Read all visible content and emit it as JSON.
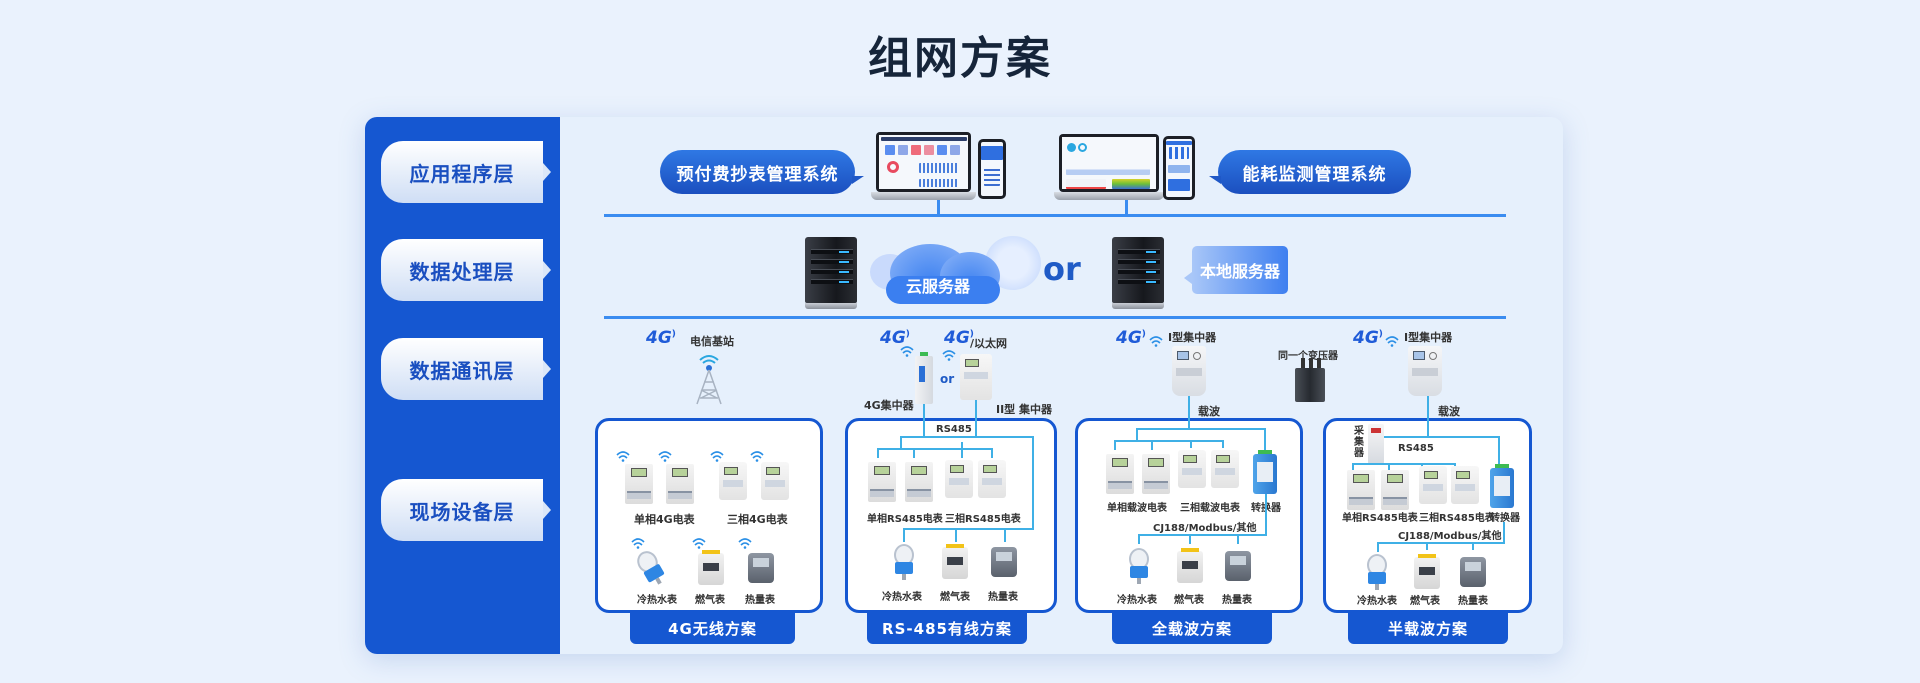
{
  "title": "组网方案",
  "layers": [
    {
      "label": "应用程序层"
    },
    {
      "label": "数据处理层"
    },
    {
      "label": "数据通讯层"
    },
    {
      "label": "现场设备层"
    }
  ],
  "application": {
    "left_system": "预付费抄表管理系统",
    "right_system": "能耗监测管理系统"
  },
  "processing": {
    "cloud_label": "云服务器",
    "or_label": "or",
    "local_label": "本地服务器"
  },
  "communication": {
    "col1": {
      "network": "4G",
      "label": "电信基站"
    },
    "col2": {
      "network_a": "4G",
      "network_b": "4G",
      "network_b_suffix": "/以太网",
      "or_label": "or",
      "device_a": "4G集中器",
      "device_b": "II型 集中器"
    },
    "col3": {
      "network": "4G",
      "device": "I型集中器",
      "link": "载波",
      "transformer": "同一个变压器"
    },
    "col4": {
      "network": "4G",
      "device": "I型集中器",
      "link": "载波"
    }
  },
  "schemes": [
    {
      "name": "4G无线方案",
      "meters_single": "单相4G电表",
      "meters_three": "三相4G电表",
      "water": "冷热水表",
      "gas": "燃气表",
      "heat": "热量表"
    },
    {
      "name": "RS-485有线方案",
      "bus": "RS485",
      "meters_single": "单相RS485电表",
      "meters_three": "三相RS485电表",
      "water": "冷热水表",
      "gas": "燃气表",
      "heat": "热量表"
    },
    {
      "name": "全载波方案",
      "meters_single": "单相载波电表",
      "meters_three": "三相载波电表",
      "converter": "转换器",
      "protocol": "CJ188/Modbus/其他",
      "water": "冷热水表",
      "gas": "燃气表",
      "heat": "热量表"
    },
    {
      "name": "半载波方案",
      "collector": "采集器",
      "bus": "RS485",
      "meters_single": "单相RS485电表",
      "meters_three": "三相RS485电表",
      "converter": "转换器",
      "protocol": "CJ188/Modbus/其他",
      "water": "冷热水表",
      "gas": "燃气表",
      "heat": "热量表"
    }
  ],
  "colors": {
    "primary": "#1557d1",
    "line": "#3a8cf0",
    "wire": "#3fb0e6",
    "background": "#eaf2fd"
  }
}
